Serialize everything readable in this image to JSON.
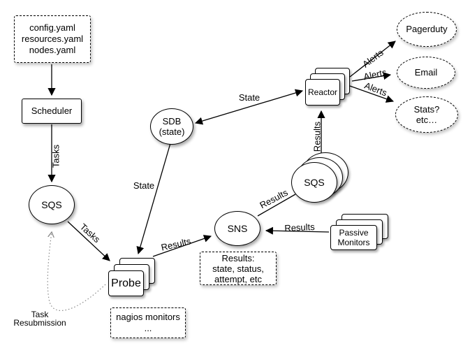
{
  "nodes": {
    "config_files": "config.yaml\nresources.yaml\nnodes.yaml",
    "scheduler": "Scheduler",
    "sqs_tasks": "SQS",
    "sdb": "SDB\n(state)",
    "reactor": "Reactor",
    "pagerduty": "Pagerduty",
    "email": "Email",
    "stats": "Stats?\netc…",
    "sqs_results": "SQS",
    "sns": "SNS",
    "passive_monitors": "Passive\nMonitors",
    "probe": "Probe",
    "results_detail": "Results:\nstate, status,\nattempt, etc",
    "nagios_monitors": "nagios monitors\n...",
    "task_resubmission": "Task\nResubmission"
  },
  "edge_labels": {
    "tasks_scheduler_sqs": "Tasks",
    "tasks_sqs_probe": "Tasks",
    "state_reactor_sdb": "State",
    "state_sdb_probe": "State",
    "results_probe_sns": "Results",
    "results_sns_sqs": "Results",
    "results_sqs_reactor": "Results",
    "results_passive_sns": "Results",
    "alerts_pagerduty": "Alerts",
    "alerts_email": "Alerts",
    "alerts_stats": "Alerts"
  },
  "colors": {
    "stroke": "#000000",
    "dotted_edge": "#888888",
    "background": "#ffffff"
  }
}
